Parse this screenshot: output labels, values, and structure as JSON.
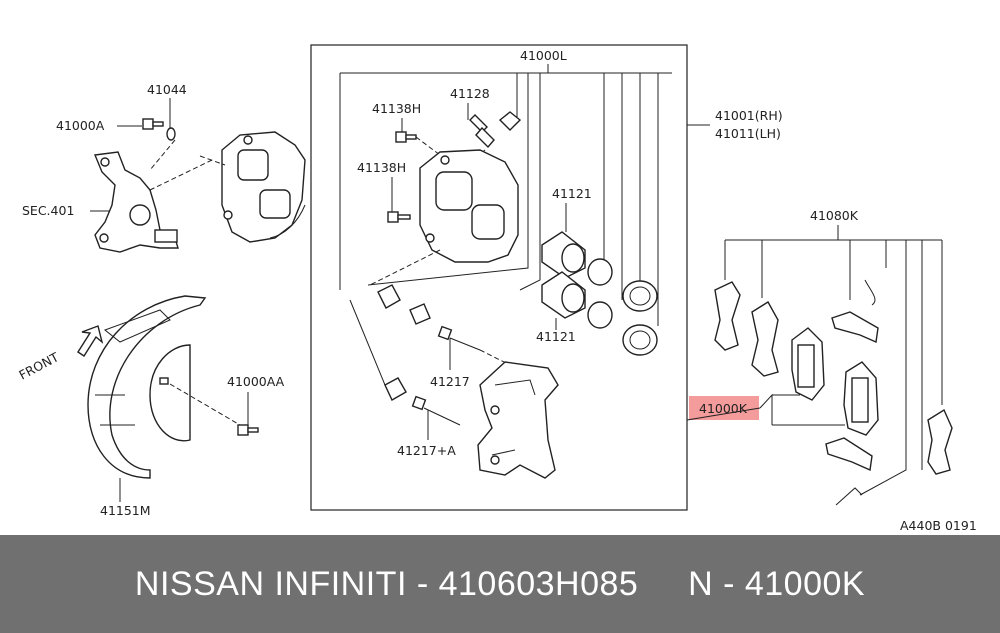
{
  "labels": {
    "caliper_assy": "41000L",
    "knuckle_bolt_assy": "41000A",
    "washer": "41044",
    "knuckle_ref": "SEC.401",
    "front": "FRONT",
    "baffle_bolt": "41000AA",
    "baffle_plate": "41151M",
    "bleeder_screw": "41128",
    "bolt_upper": "41138H",
    "bolt_lower": "41138H",
    "piston_upper": "41121",
    "piston_lower": "41121",
    "pin": "41217",
    "pin_alt": "41217+A",
    "caliper_rh": "41001(RH)",
    "caliper_lh": "41011(LH)",
    "pad_kit_top": "41080K",
    "pad_kit_highlight": "41000K",
    "diagram_code": "A440B 0191"
  },
  "banner": {
    "brand": "NISSAN INFINITI",
    "part_number": "410603H085",
    "ref": "N - 41000K",
    "text": "NISSAN INFINITI - 410603H085     N - 41000K"
  },
  "colors": {
    "banner_bg": "#707070",
    "highlight": "#f28a8a"
  }
}
